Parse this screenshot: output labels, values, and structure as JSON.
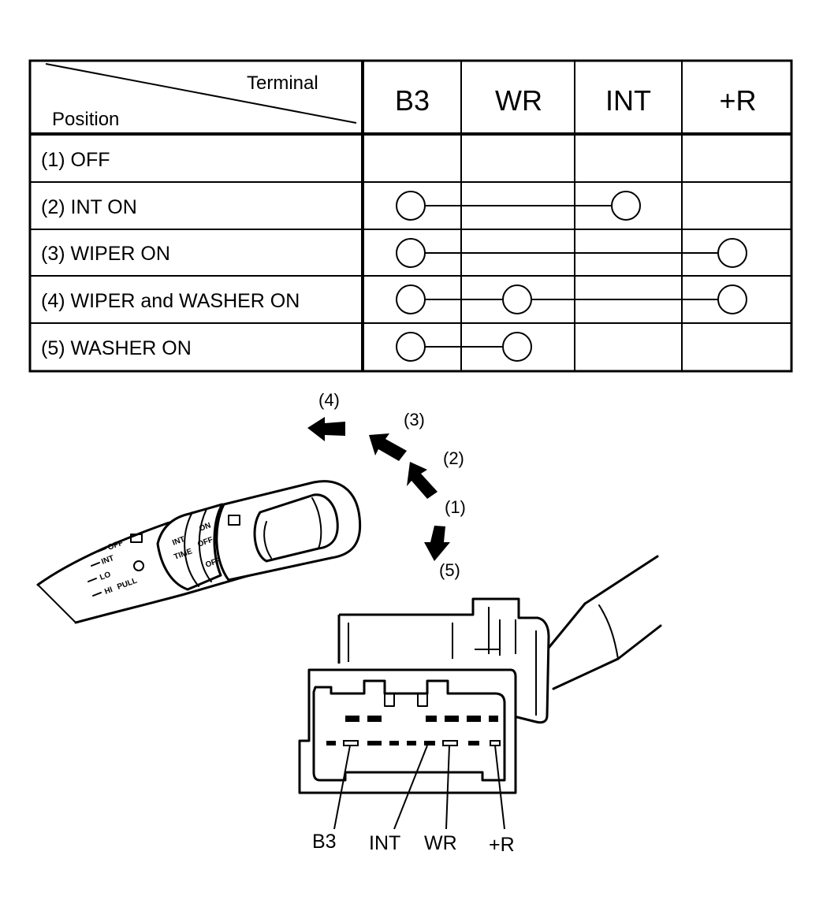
{
  "table": {
    "corner_terminal": "Terminal",
    "corner_position": "Position",
    "terminals": [
      "B3",
      "WR",
      "INT",
      "+R"
    ],
    "rows": [
      {
        "label": "(1) OFF",
        "connected": []
      },
      {
        "label": "(2) INT ON",
        "connected": [
          "B3",
          "INT"
        ]
      },
      {
        "label": "(3) WIPER ON",
        "connected": [
          "B3",
          "+R"
        ]
      },
      {
        "label": "(4) WIPER and WASHER ON",
        "connected": [
          "B3",
          "WR",
          "+R"
        ]
      },
      {
        "label": "(5) WASHER ON",
        "connected": [
          "B3",
          "WR"
        ]
      }
    ]
  },
  "switch_positions": [
    "(1)",
    "(2)",
    "(3)",
    "(4)",
    "(5)"
  ],
  "lever_markings": [
    "OFF",
    "INT",
    "LO",
    "HI",
    "PULL",
    "INT",
    "TIME",
    "OFF",
    "ON",
    "OFF"
  ],
  "connector_pins": [
    "B3",
    "INT",
    "WR",
    "+R"
  ]
}
